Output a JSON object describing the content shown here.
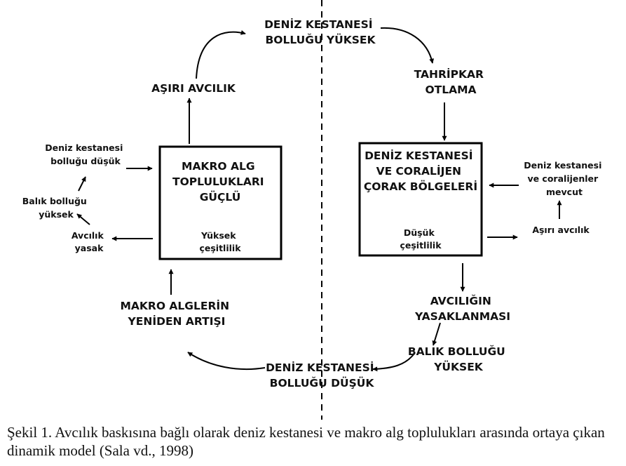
{
  "diagram": {
    "top_center": [
      "DENİZ KESTANESİ",
      "BOLLUĞU YÜKSEK"
    ],
    "bottom_center": [
      "DENİZ KESTANESİ",
      "BOLLUĞU DÜŞÜK"
    ],
    "left": {
      "box_title": [
        "MAKRO ALG",
        "TOPLULUKLARI",
        "GÜÇLÜ"
      ],
      "box_sub": [
        "Yüksek",
        "çeşitlilik"
      ],
      "above_box": "AŞIRI AVCILIK",
      "below_box": [
        "MAKRO ALGLERİN",
        "YENİDEN ARTIŞI"
      ],
      "side_top": [
        "Deniz kestanesi",
        "bolluğu düşük"
      ],
      "side_mid": [
        "Balık bolluğu",
        "yüksek"
      ],
      "side_bottom": [
        "Avcılık",
        "yasak"
      ]
    },
    "right": {
      "box_title": [
        "DENİZ KESTANESİ",
        "VE CORALİJEN",
        "ÇORAK BÖLGELERİ"
      ],
      "box_sub": [
        "Düşük",
        "çeşitlilik"
      ],
      "above_box": [
        "TAHRİPKAR",
        "OTLAMA"
      ],
      "side_top": [
        "Deniz kestanesi",
        "ve coralijenler",
        "mevcut"
      ],
      "side_bottom": "Aşırı avcılık",
      "below_box_1": [
        "AVCILIĞIN",
        "YASAKLANMASI"
      ],
      "below_box_2": [
        "BALIK BOLLUĞU",
        "YÜKSEK"
      ]
    }
  },
  "caption": "Şekil 1. Avcılık baskısına bağlı olarak deniz kestanesi ve makro alg toplulukları arasında ortaya çıkan dinamik model (Sala vd., 1998)"
}
